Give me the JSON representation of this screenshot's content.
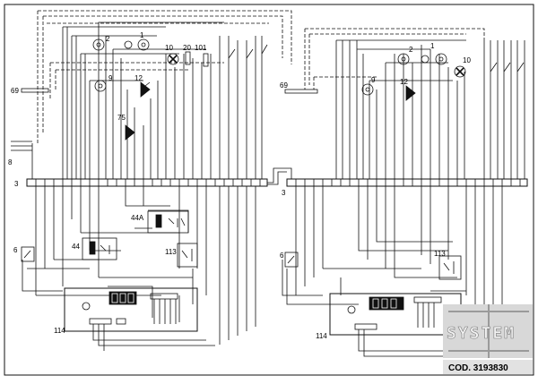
{
  "labels": {
    "l2a": "2",
    "l1a": "1",
    "l10a": "10",
    "l20": "20",
    "l101": "101",
    "l9a": "9",
    "l12a": "12",
    "l75": "75",
    "l69a": "69",
    "l8": "8",
    "l3a": "3",
    "l44a": "44A",
    "l44": "44",
    "l6a": "6",
    "l113a": "113",
    "l114a": "114",
    "l2b": "2",
    "l1b": "1",
    "l10b": "10",
    "l69b": "69",
    "l9b": "9",
    "l12b": "12",
    "l3b": "3",
    "l6b": "6",
    "l113b": "113",
    "l114b": "114"
  },
  "logo_text": "SYSTEM",
  "code_text": "COD. 3193830"
}
